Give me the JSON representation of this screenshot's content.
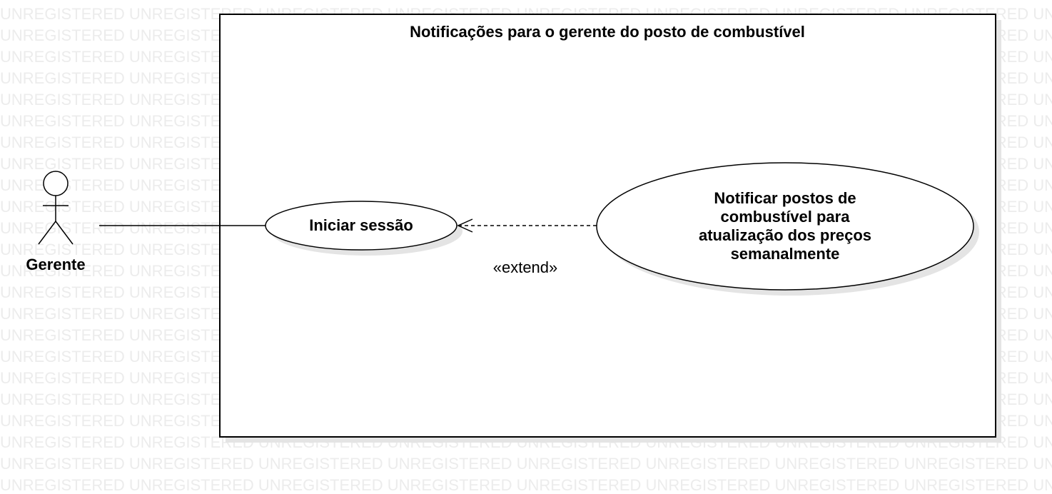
{
  "watermark": {
    "text": "UNREGISTERED"
  },
  "system": {
    "title": "Notificações para o gerente do posto de combustível"
  },
  "actor": {
    "name": "Gerente"
  },
  "use_cases": [
    {
      "label_lines": [
        "Iniciar sessão"
      ]
    },
    {
      "label_lines": [
        "Notificar postos de",
        "combustível para",
        "atualização dos preços",
        "semanalmente"
      ]
    }
  ],
  "relationship": {
    "stereotype": "«extend»"
  },
  "colors": {
    "shadow": "#e4e4e4",
    "watermark": "#ececec",
    "stroke": "#000000"
  }
}
